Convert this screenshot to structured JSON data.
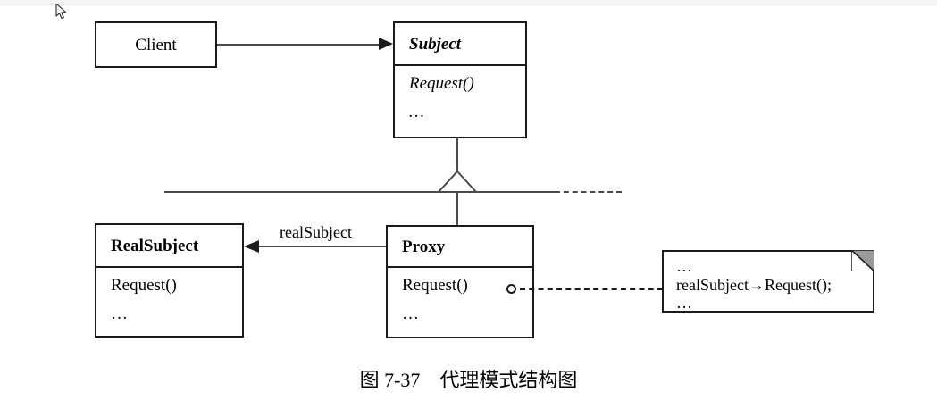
{
  "figure": {
    "caption": "图 7-37　代理模式结构图",
    "background_color": "#ffffff",
    "line_color": "#4a4a4a",
    "stroke_color": "#1a1a1a"
  },
  "classes": {
    "client": {
      "name": "Client"
    },
    "subject": {
      "name": "Subject",
      "members": [
        {
          "text": "Request()"
        },
        {
          "text": "…"
        }
      ]
    },
    "real_subject": {
      "name": "RealSubject",
      "members": [
        {
          "text": "Request()"
        },
        {
          "text": "…"
        }
      ]
    },
    "proxy": {
      "name": "Proxy",
      "members": [
        {
          "text": "Request()"
        },
        {
          "text": "…"
        }
      ]
    }
  },
  "relations": {
    "client_to_subject": {
      "label": "",
      "kind": "association"
    },
    "proxy_to_real_subject": {
      "label": "realSubject",
      "kind": "association"
    },
    "generalization": {
      "kind": "generalization"
    }
  },
  "note": {
    "lines": [
      "…",
      "realSubject→Request();",
      "…"
    ]
  },
  "cursor": {
    "icon": "mouse-pointer"
  }
}
